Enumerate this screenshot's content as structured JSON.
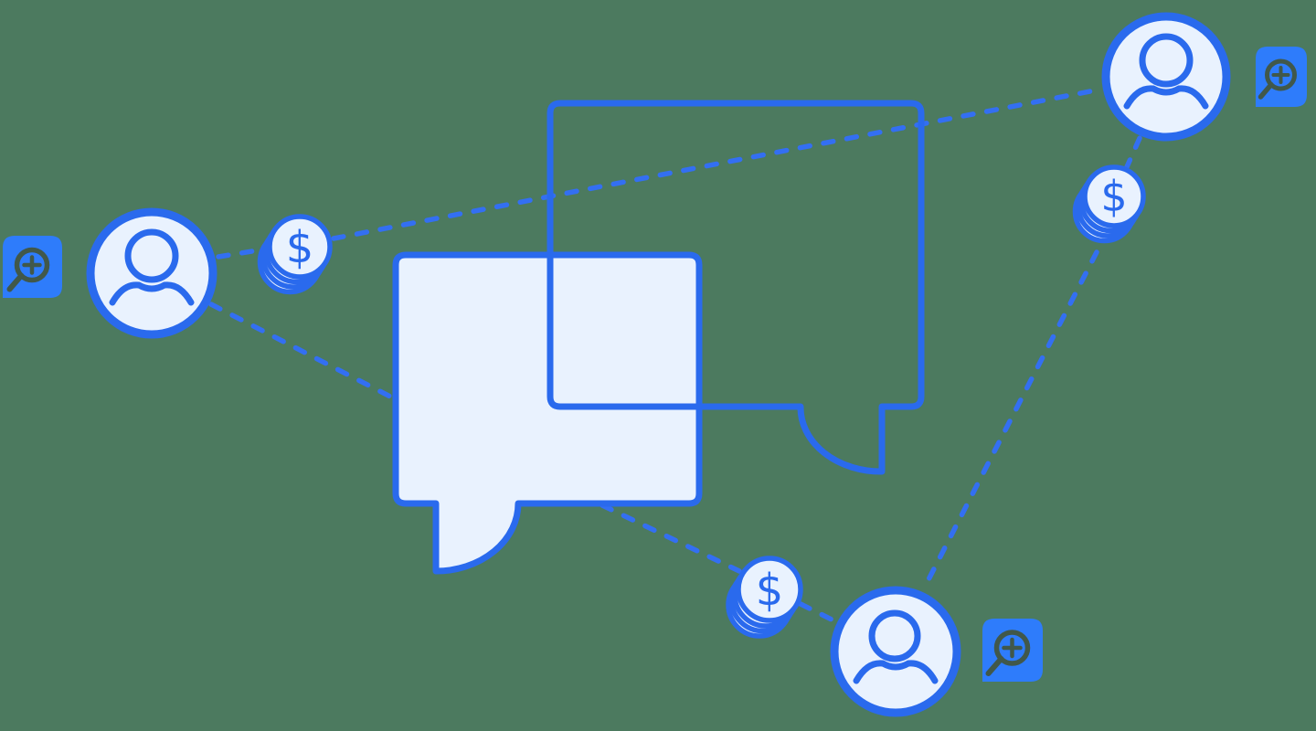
{
  "illustration": {
    "description": "Referral conversation illustration: users, coin stacks and chat bubbles connected by dashed lines",
    "background_color": "#4C7A5F",
    "palette": {
      "stroke_blue": "#2A6AED",
      "dash_blue": "#336FF2",
      "light_fill": "#E9F2FE",
      "badge_blue": "#2E7CFB",
      "badge_glyph_green": "#41584A"
    },
    "bubbles": [
      {
        "id": "chat-bubble-filled",
        "style": "filled",
        "tail": "bottom-left"
      },
      {
        "id": "chat-bubble-outlined",
        "style": "outlined",
        "tail": "bottom-right"
      }
    ],
    "avatars": [
      {
        "id": "avatar-left"
      },
      {
        "id": "avatar-top-right"
      },
      {
        "id": "avatar-bottom"
      }
    ],
    "coins": [
      {
        "id": "coin-left",
        "symbol": "$"
      },
      {
        "id": "coin-bottom",
        "symbol": "$"
      },
      {
        "id": "coin-right",
        "symbol": "$"
      }
    ],
    "badges": [
      {
        "id": "badge-left",
        "icon": "search-plus-icon"
      },
      {
        "id": "badge-top-right",
        "icon": "search-plus-icon"
      },
      {
        "id": "badge-bottom-right",
        "icon": "search-plus-icon"
      }
    ],
    "connections": [
      {
        "from": "avatar-left",
        "to": "coin-left"
      },
      {
        "from": "coin-left",
        "to": "avatar-top-right"
      },
      {
        "from": "avatar-left",
        "to": "chat-bubble-filled"
      },
      {
        "from": "chat-bubble-filled",
        "to": "coin-bottom"
      },
      {
        "from": "coin-bottom",
        "to": "avatar-bottom"
      },
      {
        "from": "avatar-bottom",
        "to": "coin-right"
      },
      {
        "from": "coin-right",
        "to": "avatar-top-right"
      }
    ]
  }
}
